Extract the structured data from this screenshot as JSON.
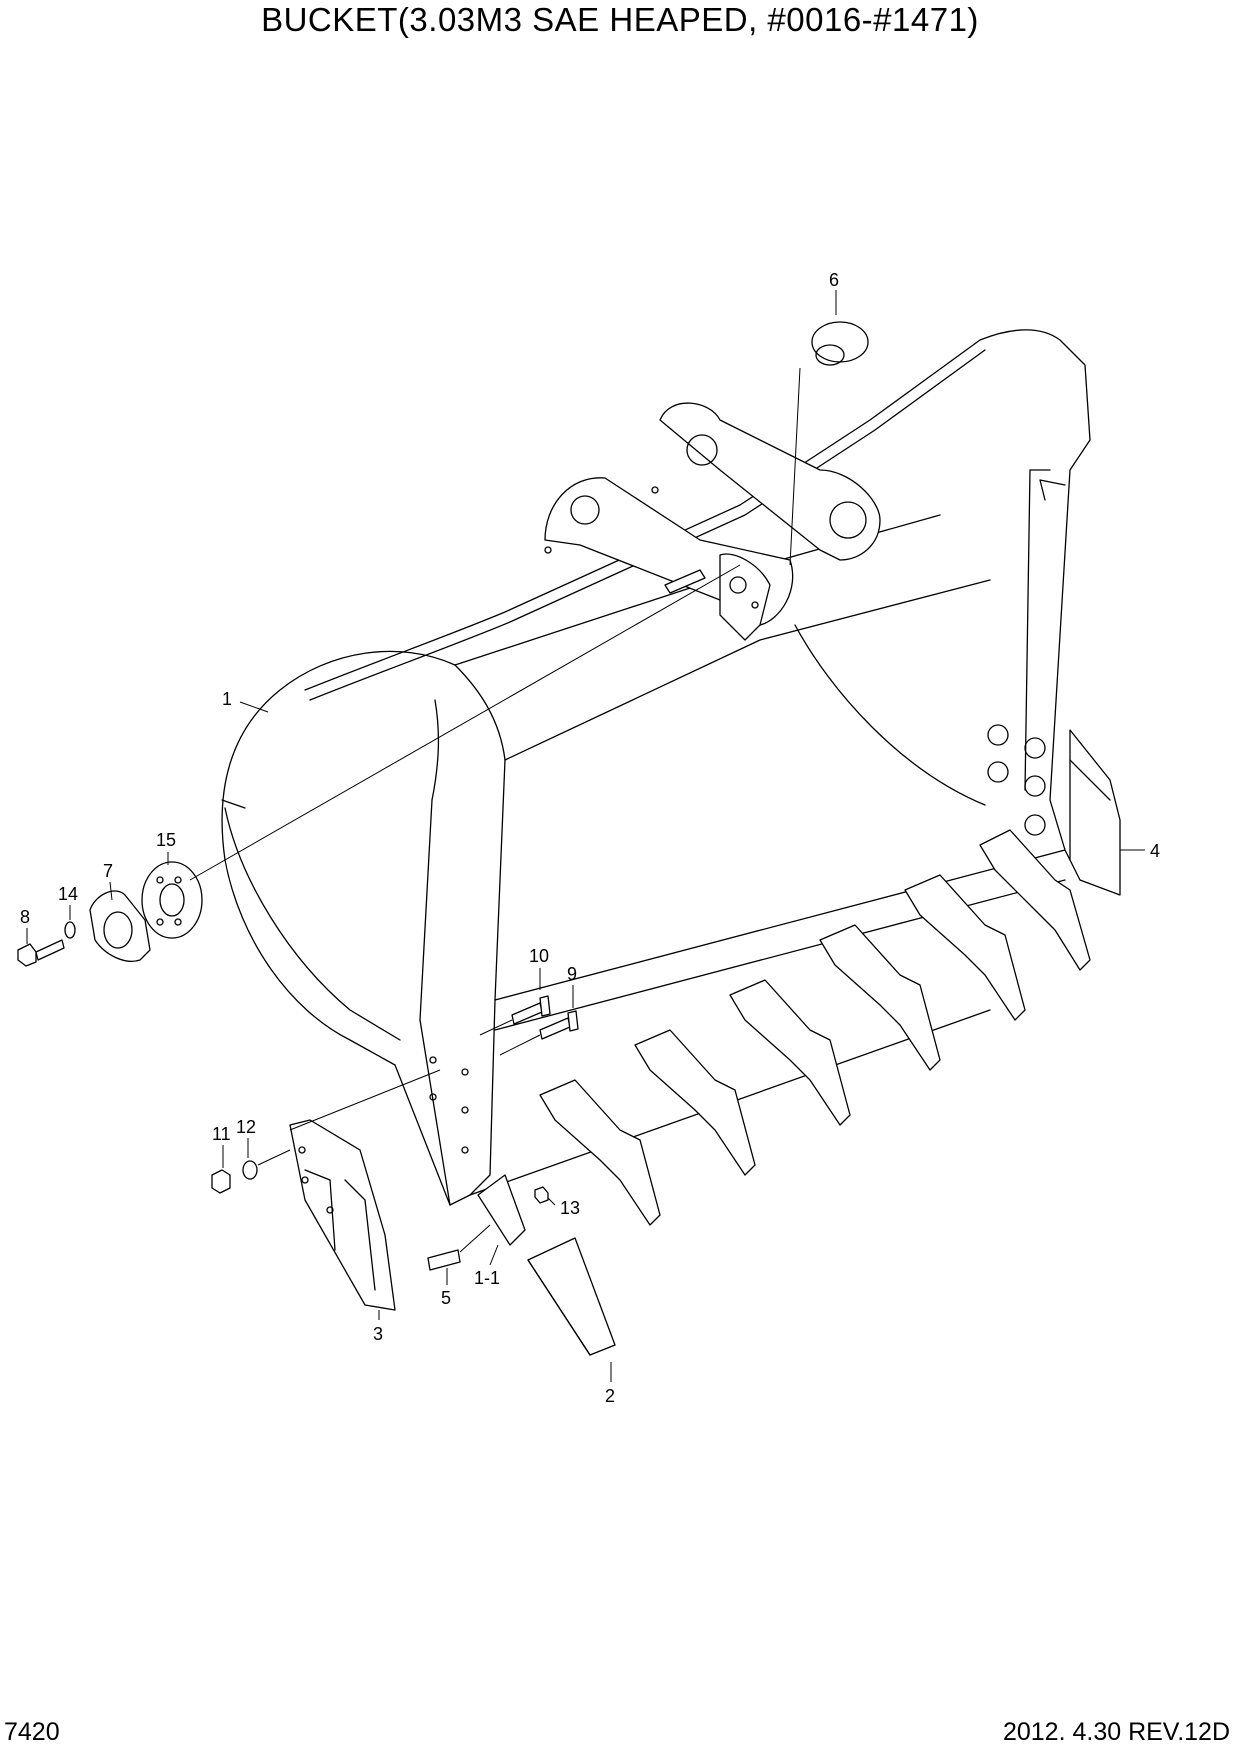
{
  "title": "BUCKET(3.03M3  SAE HEAPED, #0016-#1471)",
  "footer": {
    "page_code": "7420",
    "revision": "2012. 4.30  REV.12D"
  },
  "callouts": {
    "c1": "1",
    "c1_1": "1-1",
    "c2": "2",
    "c3": "3",
    "c4": "4",
    "c5": "5",
    "c6": "6",
    "c7": "7",
    "c8": "8",
    "c9": "9",
    "c10": "10",
    "c11": "11",
    "c12": "12",
    "c13": "13",
    "c14": "14",
    "c15": "15"
  }
}
